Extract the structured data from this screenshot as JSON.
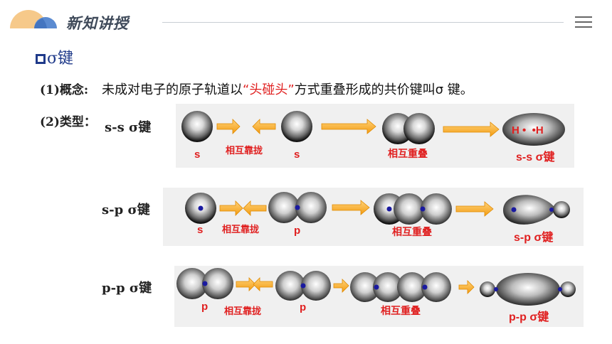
{
  "header": {
    "brand": "新知讲授"
  },
  "section": {
    "title": "σ键"
  },
  "concept": {
    "label": "(1)概念:",
    "text_before": "未成对电子的原子轨道以",
    "highlight": "“头碰头”",
    "text_after": "方式重叠形成的共价键叫σ 键。"
  },
  "types": {
    "label": "(2)类型：",
    "rows": [
      {
        "label": "s-s σ键",
        "orbital_a": "s",
        "approach": "相互靠拢",
        "orbital_b": "s",
        "overlap": "相互重叠",
        "molecule": "H •  •H",
        "result": "s-s σ键"
      },
      {
        "label": "s-p σ键",
        "orbital_a": "s",
        "approach": "相互靠拢",
        "orbital_b": "p",
        "overlap": "相互重叠",
        "result": "s-p σ键"
      },
      {
        "label": "p-p σ键",
        "orbital_a": "p",
        "approach": "相互靠拢",
        "orbital_b": "p",
        "overlap": "相互重叠",
        "result": "p-p σ键"
      }
    ]
  },
  "colors": {
    "accent": "#1f3a8a",
    "highlight": "#e02020",
    "arrow": "#f5a623",
    "caption": "#e02020"
  }
}
